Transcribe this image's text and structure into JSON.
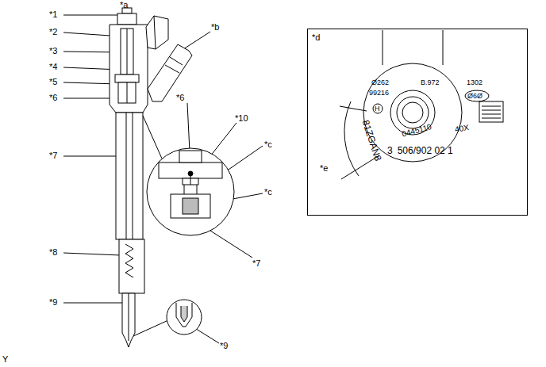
{
  "diagram": {
    "nodes": [
      {
        "text": [
          "*d"
        ]
      }
    ],
    "labels": [
      "*1",
      "*2",
      "*3",
      "*4",
      "*5",
      "*6",
      "*7",
      "*8",
      "*9",
      "*a",
      "*b",
      "*6",
      "*10",
      "*c",
      "*c",
      "*7",
      "*9",
      "Y",
      "*e",
      "Ø262",
      "B.972",
      "1302",
      "99216",
      "Ø6Ø",
      "H",
      "81ZGAN8",
      "3",
      "0445110",
      "40X",
      "506/902 02 1"
    ]
  }
}
